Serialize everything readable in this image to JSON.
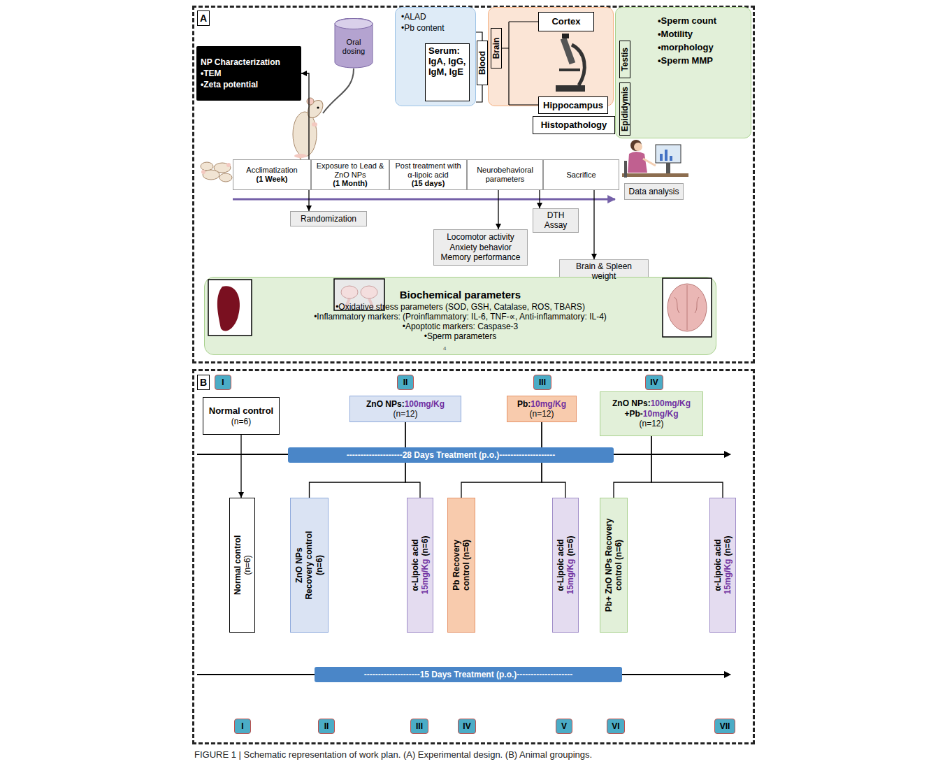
{
  "diagram": {
    "caption": "FIGURE 1 | Schematic representation of work plan. (A) Experimental design. (B) Animal groupings.",
    "nodes": [
      {
        "text": [
          "A"
        ]
      },
      {
        "text": [
          "NP Characterization",
          "•TEM",
          "•Zeta potential"
        ],
        "in": 0
      },
      {
        "text": [
          "Oral dosing"
        ],
        "in": 0
      },
      {
        "text": [
          "•ALAD",
          "•Pb content",
          "Blood"
        ],
        "in": 0
      },
      {
        "text": [
          "Serum: IgA, IgG, IgM, IgE"
        ],
        "in": 3
      },
      {
        "text": [
          "Brain"
        ],
        "in": 0
      },
      {
        "text": [
          "Cortex"
        ],
        "in": 5
      },
      {
        "text": [
          "Hippocampus"
        ],
        "in": 5
      },
      {
        "text": [
          "Histopathology"
        ],
        "in": 0
      },
      {
        "text": [
          "•Sperm count",
          "•Motility",
          "•morphology",
          "•Sperm MMP",
          "Testis",
          "Epididymis"
        ],
        "in": 0
      },
      {
        "text": [
          "Acclimatization",
          "(1 Week)"
        ],
        "in": 0
      },
      {
        "text": [
          "Exposure to Lead & ZnO NPs",
          "(1 Month)"
        ],
        "in": 0
      },
      {
        "text": [
          "Post treatment with α-lipoic acid",
          "(15 days)"
        ],
        "in": 0
      },
      {
        "text": [
          "Neurobehavioral parameters"
        ],
        "in": 0
      },
      {
        "text": [
          "Sacrifice"
        ],
        "in": 0
      },
      {
        "text": [
          "Data analysis"
        ],
        "in": 0
      },
      {
        "text": [
          "Randomization"
        ],
        "in": 0
      },
      {
        "text": [
          "DTH Assay"
        ],
        "in": 0
      },
      {
        "text": [
          "Locomotor activity",
          "Anxiety behavior",
          "Memory performance"
        ],
        "in": 0
      },
      {
        "text": [
          "Brain & Spleen weight"
        ],
        "in": 0
      },
      {
        "text": [
          "Biochemical parameters",
          "•Oxidative stress parameters (SOD, GSH, Catalase, ROS, TBARS)",
          "•Inflammatory markers: (Proinflammatory: IL-6, TNF-∝, Anti-inflammatory: IL-4)",
          "•Apoptotic markers: Caspase-3",
          "•Sperm parameters"
        ],
        "in": 0
      },
      {
        "text": [
          "B"
        ]
      },
      {
        "text": [
          "I"
        ],
        "in": 21
      },
      {
        "text": [
          "II"
        ],
        "in": 21
      },
      {
        "text": [
          "III"
        ],
        "in": 21
      },
      {
        "text": [
          "IV"
        ],
        "in": 21
      },
      {
        "text": [
          "Normal control",
          "(n=6)"
        ],
        "in": 21
      },
      {
        "text": [
          "ZnO NPs:",
          "100mg/Kg",
          "(n=12)"
        ],
        "in": 21
      },
      {
        "text": [
          "Pb:",
          "10mg/Kg",
          "(n=12)"
        ],
        "in": 21
      },
      {
        "text": [
          "ZnO NPs:",
          "100mg/Kg",
          "+Pb-",
          "10mg/Kg",
          "(n=12)"
        ],
        "in": 21
      },
      {
        "text": [
          "--------------------28 Days Treatment (p.o.)--------------------"
        ],
        "in": 21
      },
      {
        "text": [
          "Normal control",
          "(n=6)"
        ],
        "in": 21
      },
      {
        "text": [
          "ZnO NPs Recovery control (n=6)"
        ],
        "in": 21
      },
      {
        "text": [
          "α-Lipoic acid",
          "15mg/Kg",
          "(n=6)"
        ],
        "in": 21
      },
      {
        "text": [
          "Pb Recovery control (n=6)"
        ],
        "in": 21
      },
      {
        "text": [
          "α-Lipoic acid",
          "15mg/Kg",
          "(n=6)"
        ],
        "in": 21
      },
      {
        "text": [
          "Pb+ ZnO NPs Recovery control (n=6)"
        ],
        "in": 21
      },
      {
        "text": [
          "α-Lipoic acid",
          "15mg/Kg",
          "(n=6)"
        ],
        "in": 21
      },
      {
        "text": [
          "--------------------15 Days Treatment (p.o.)--------------------"
        ],
        "in": 21
      },
      {
        "text": [
          "I"
        ],
        "in": 21
      },
      {
        "text": [
          "II"
        ],
        "in": 21
      },
      {
        "text": [
          "III"
        ],
        "in": 21
      },
      {
        "text": [
          "IV"
        ],
        "in": 21
      },
      {
        "text": [
          "V"
        ],
        "in": 21
      },
      {
        "text": [
          "VI"
        ],
        "in": 21
      },
      {
        "text": [
          "VII"
        ],
        "in": 21
      }
    ],
    "edges": [
      {
        "from": 10,
        "to": 1,
        "arrow": "to"
      },
      {
        "from": 10,
        "to": 16,
        "arrow": "to"
      },
      {
        "from": 13,
        "to": 18,
        "arrow": "to"
      },
      {
        "from": 13,
        "to": 17,
        "arrow": "to"
      },
      {
        "from": 14,
        "to": 19,
        "arrow": "to"
      },
      {
        "from": 26,
        "to": 31,
        "arrow": "to"
      },
      {
        "from": 27,
        "to": 32,
        "arrow": "none"
      },
      {
        "from": 27,
        "to": 33,
        "arrow": "none"
      },
      {
        "from": 28,
        "to": 34,
        "arrow": "none"
      },
      {
        "from": 28,
        "to": 35,
        "arrow": "none"
      },
      {
        "from": 29,
        "to": 36,
        "arrow": "none"
      },
      {
        "from": 29,
        "to": 37,
        "arrow": "none"
      }
    ],
    "labels": [
      "4"
    ]
  }
}
